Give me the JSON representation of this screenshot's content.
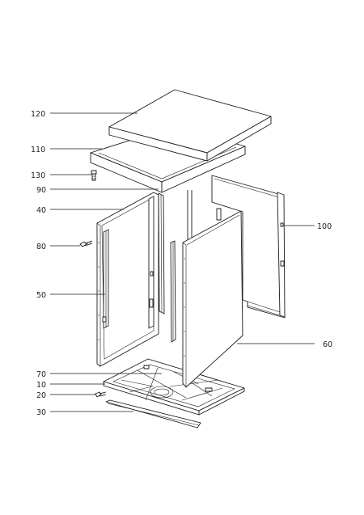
{
  "diagram": {
    "callouts": [
      {
        "id": "top-panel",
        "label": "120"
      },
      {
        "id": "top-frame",
        "label": "110"
      },
      {
        "id": "screw-top",
        "label": "130"
      },
      {
        "id": "front-trim",
        "label": "90"
      },
      {
        "id": "left-side-frame",
        "label": "40"
      },
      {
        "id": "screw-left",
        "label": "80"
      },
      {
        "id": "left-side-panel",
        "label": "50"
      },
      {
        "id": "base-clip",
        "label": "70"
      },
      {
        "id": "base-plate",
        "label": "10"
      },
      {
        "id": "base-screw",
        "label": "20"
      },
      {
        "id": "kick-strip",
        "label": "30"
      },
      {
        "id": "back-panel",
        "label": "100"
      },
      {
        "id": "right-side-panel",
        "label": "60"
      }
    ]
  }
}
